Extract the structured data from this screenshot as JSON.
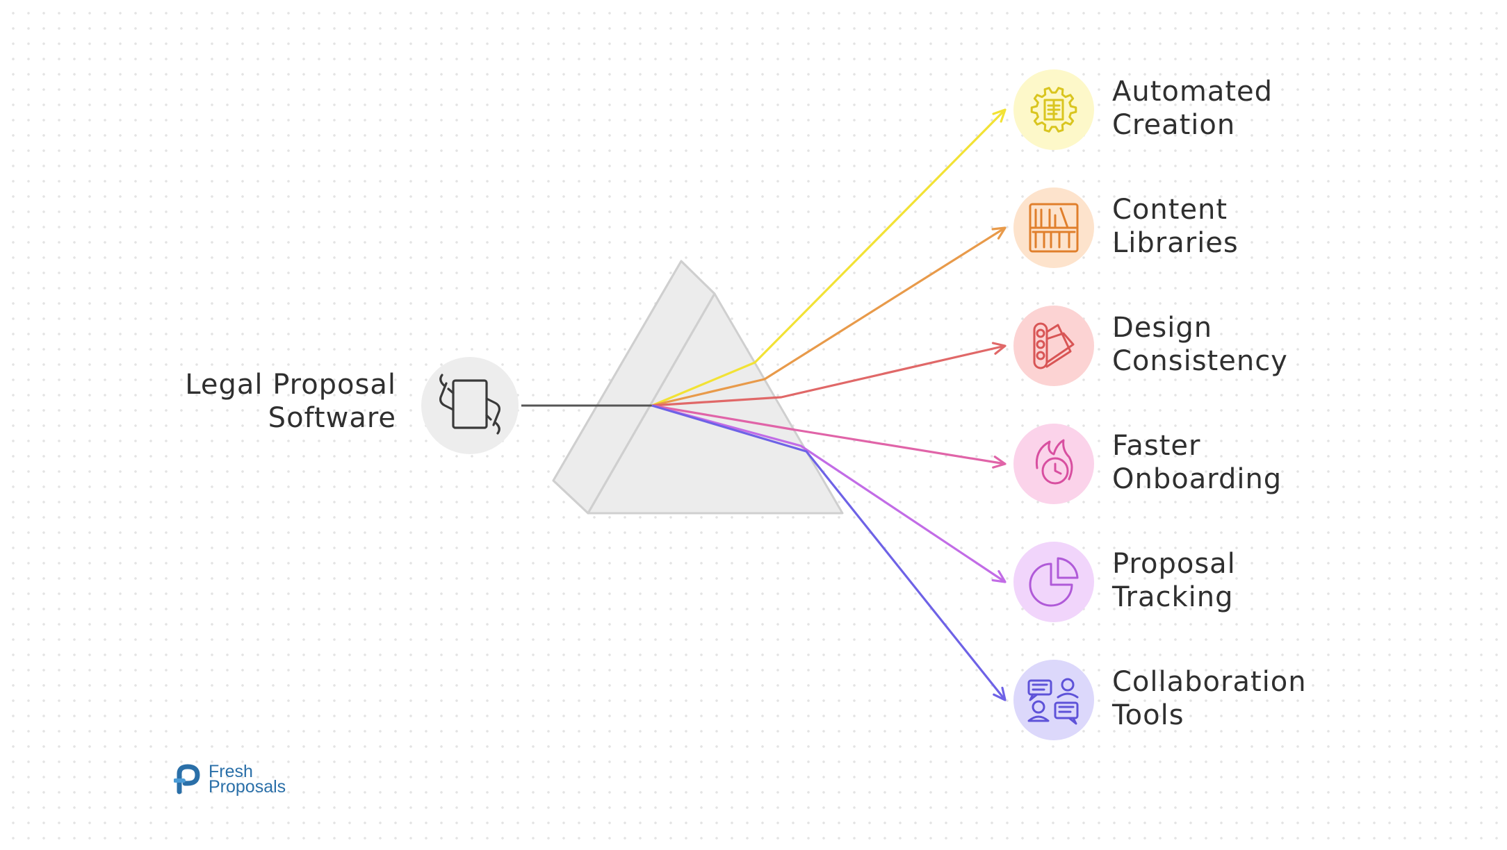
{
  "source": {
    "label_line1": "Legal Proposal",
    "label_line2": "Software",
    "icon": "hands-holding-tablet-icon",
    "color": "#555555",
    "circle_fill": "#ededed"
  },
  "outputs": [
    {
      "line1": "Automated",
      "line2": "Creation",
      "icon": "gear-document-icon",
      "color": "#f2e235",
      "fill": "#fdf8c9",
      "stroke": "#d9c51f"
    },
    {
      "line1": "Content",
      "line2": "Libraries",
      "icon": "bookshelf-icon",
      "color": "#e89a4a",
      "fill": "#fde3cc",
      "stroke": "#e07f2c"
    },
    {
      "line1": "Design",
      "line2": "Consistency",
      "icon": "color-palette-icon",
      "color": "#e06868",
      "fill": "#fcd3d3",
      "stroke": "#d85555"
    },
    {
      "line1": "Faster",
      "line2": "Onboarding",
      "icon": "fire-clock-icon",
      "color": "#e064a8",
      "fill": "#fbd3ea",
      "stroke": "#d84fa0"
    },
    {
      "line1": "Proposal",
      "line2": "Tracking",
      "icon": "pie-chart-icon",
      "color": "#c26ce6",
      "fill": "#f1d5fb",
      "stroke": "#b05ad8"
    },
    {
      "line1": "Collaboration",
      "line2": "Tools",
      "icon": "people-chat-icon",
      "color": "#6e62e6",
      "fill": "#dcd8fb",
      "stroke": "#5e52d8"
    }
  ],
  "logo": {
    "line1": "Fresh",
    "line2": "Proposals",
    "color": "#2a6fa8"
  }
}
